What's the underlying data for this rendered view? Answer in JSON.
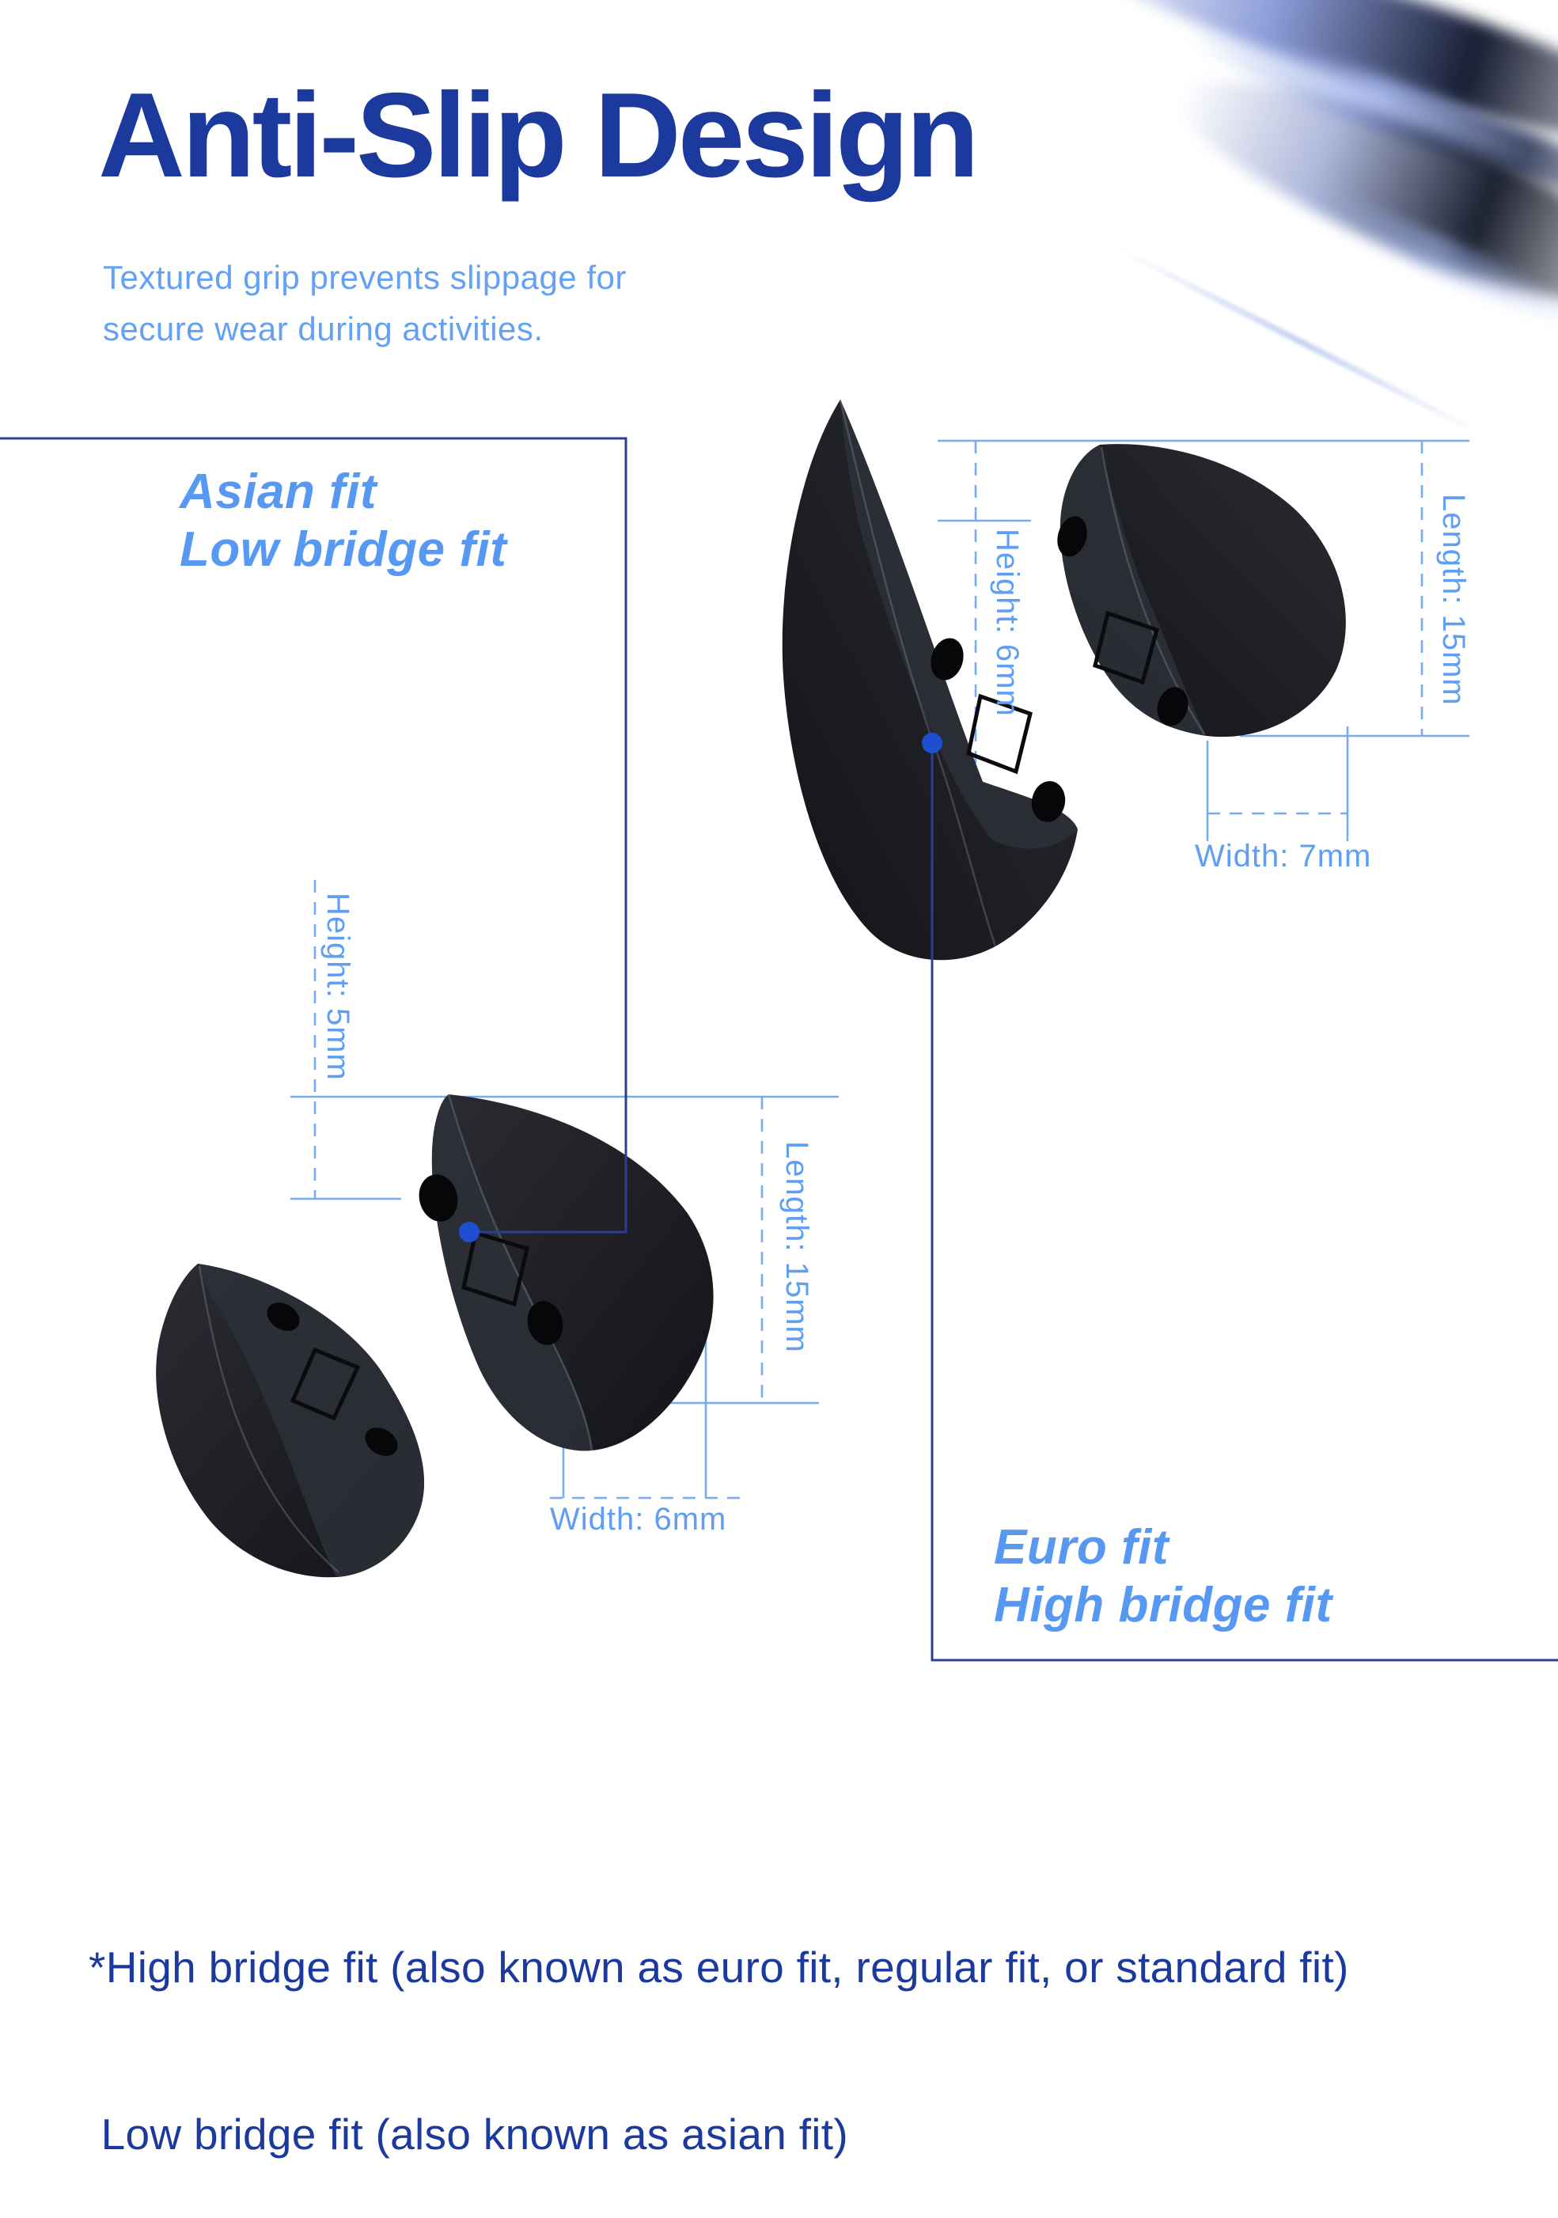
{
  "header": {
    "title": "Anti-Slip Design",
    "subtitle_line1": "Textured grip prevents slippage for",
    "subtitle_line2": "secure wear during activities."
  },
  "fits": {
    "asian": {
      "label_line1": "Asian fit",
      "label_line2": "Low bridge fit",
      "measurements": {
        "height": "Height: 5mm",
        "length": "Length: 15mm",
        "width": "Width: 6mm"
      }
    },
    "euro": {
      "label_line1": "Euro fit",
      "label_line2": "High bridge fit",
      "measurements": {
        "height": "Height: 6mm",
        "length": "Length: 15mm",
        "width": "Width: 7mm"
      }
    }
  },
  "footnote": {
    "line1": "*High bridge fit (also known as euro fit, regular fit, or standard fit)",
    "line2": " Low bridge fit (also known as asian fit)"
  },
  "colors": {
    "heading_navy": "#1c3a9e",
    "label_blue": "#5799f2",
    "measure_text_blue": "#5f9ef2",
    "measure_line_blue": "#79abf2",
    "callout_navy": "#2c3d95",
    "marker_dot_blue": "#1e4fd2",
    "pad_black": "#1d1e24"
  }
}
